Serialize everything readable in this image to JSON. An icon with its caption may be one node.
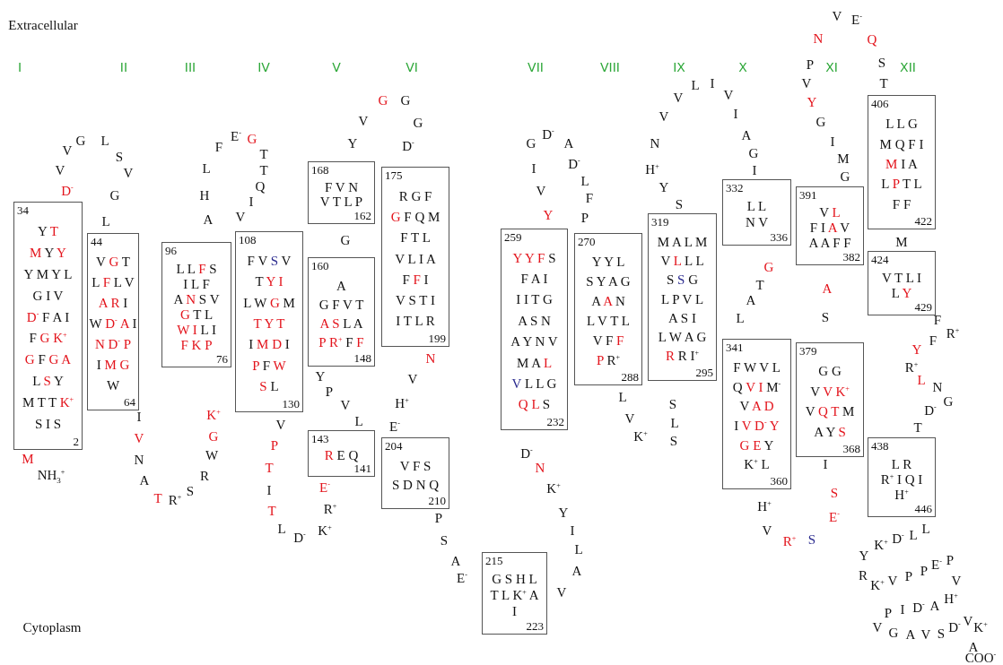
{
  "diagram": {
    "nodes": [
      {
        "text": [
          "34",
          "Y T",
          "M Y Y",
          "Y M Y L",
          "G I V",
          "D$^{-}$ F A I",
          "F G K$^{+}$",
          "G F G A",
          "L S Y",
          "M T T K$^{+}$",
          "S I S",
          "2"
        ]
      },
      {
        "text": [
          "44",
          "V G T",
          "L F L V",
          "A R I",
          "W D$^{-}$ A I",
          "N D$^{-}$ P",
          "I M G",
          "W",
          "64"
        ]
      },
      {
        "text": [
          "96",
          "L L F S",
          "I L F",
          "A N S V",
          "G T L",
          "W I L I",
          "F K P",
          "76"
        ]
      },
      {
        "text": [
          "108",
          "F V S V",
          "T Y I",
          "L W G M",
          "T Y T",
          "I M D I",
          "P F W",
          "S L",
          "130"
        ]
      },
      {
        "text": [
          "143",
          "R E Q",
          "141"
        ]
      },
      {
        "text": [
          "160",
          "A",
          "G F V T",
          "A S L A",
          "P R$^{+}$ F F",
          "148"
        ]
      },
      {
        "text": [
          "168",
          "F V N",
          "V T L P",
          "162"
        ]
      },
      {
        "text": [
          "175",
          "R G F",
          "G F Q M",
          "F T L",
          "V L I A",
          "F F I",
          "V S T I",
          "I T L R",
          "199"
        ]
      },
      {
        "text": [
          "204",
          "V F S",
          "S D N Q",
          "210"
        ]
      },
      {
        "text": [
          "215",
          "G S H L",
          "T L K$^{+}$ A",
          "I",
          "223"
        ]
      },
      {
        "text": [
          "259",
          "Y Y F S",
          "F A I",
          "I I T G",
          "A S N",
          "A Y N V",
          "M A L",
          "V L L G",
          "Q L S",
          "232"
        ]
      },
      {
        "text": [
          "270",
          "Y Y L",
          "S Y A G",
          "A A N",
          "L V T L",
          "V F F",
          "P R$^{+}$",
          "288"
        ]
      },
      {
        "text": [
          "319",
          "M A L M",
          "V L L L",
          "S S G",
          "L P V L",
          "A S I",
          "L W A G",
          "R R I$^{+}$",
          "295"
        ]
      },
      {
        "text": [
          "332",
          "L L",
          "N V",
          "336"
        ]
      },
      {
        "text": [
          "341",
          "F W V L",
          "Q V I M$^{-}$",
          "V A D",
          "I V D$^{-}$ Y",
          "G E Y",
          "K$^{+}$ L",
          "360"
        ]
      },
      {
        "text": [
          "379",
          "G G",
          "V V K$^{+}$",
          "V Q T M",
          "A Y S",
          "368"
        ]
      },
      {
        "text": [
          "391",
          "V L",
          "F I A V",
          "A A F F",
          "382"
        ]
      },
      {
        "text": [
          "406",
          "L L G",
          "M Q F I",
          "M I A",
          "L P T L",
          "F F",
          "422"
        ]
      },
      {
        "text": [
          "424",
          "V T L I",
          "L Y",
          "429"
        ]
      },
      {
        "text": [
          "438",
          "L R",
          "R$^{+}$ I Q I",
          "H$^{+}$",
          "446"
        ]
      }
    ],
    "labels": [
      "Extracellular",
      "I",
      "II",
      "III",
      "IV",
      "V",
      "VI",
      "VII",
      "VIII",
      "IX",
      "X",
      "XI",
      "XII",
      "Cytoplasm",
      "NH$_{3}$$^{+}$",
      "M",
      "D$^{-}$",
      "V",
      "V",
      "G",
      "L",
      "S",
      "V",
      "G",
      "L",
      "I",
      "V",
      "N",
      "A",
      "T",
      "R$^{+}$",
      "S",
      "R",
      "W",
      "G",
      "K$^{+}$",
      "A",
      "H",
      "L",
      "F",
      "E$^{-}$",
      "G",
      "T",
      "T",
      "Q",
      "I",
      "V",
      "V",
      "P",
      "T",
      "I",
      "T",
      "L",
      "D$^{-}$",
      "K$^{+}$",
      "R$^{+}$",
      "E$^{-}$",
      "L",
      "V",
      "P",
      "Y",
      "G",
      "Y",
      "V",
      "G",
      "G",
      "G",
      "D$^{-}$",
      "N",
      "V",
      "H$^{+}$",
      "E$^{-}$",
      "P",
      "S",
      "A",
      "E$^{-}$",
      "V",
      "A",
      "L",
      "I",
      "Y",
      "K$^{+}$",
      "N",
      "D$^{-}$",
      "Y",
      "V",
      "I",
      "G",
      "D$^{-}$",
      "A",
      "D$^{-}$",
      "L",
      "F",
      "P",
      "L",
      "V",
      "K$^{+}$",
      "S",
      "L",
      "S",
      "S",
      "Y",
      "H$^{+}$",
      "N",
      "V",
      "V",
      "L",
      "I",
      "V",
      "I",
      "A",
      "G",
      "I",
      "G",
      "T",
      "A",
      "L",
      "H$^{+}$",
      "V",
      "R$^{+}$",
      "S",
      "E$^{-}$",
      "S",
      "I",
      "S",
      "A",
      "G",
      "M",
      "I",
      "G",
      "Y",
      "V",
      "P",
      "N",
      "V",
      "E$^{-}$",
      "Q",
      "S",
      "T",
      "M",
      "F",
      "R$^{+}$",
      "F",
      "Y",
      "R$^{+}$",
      "L",
      "N",
      "G",
      "D$^{-}$",
      "T",
      "L",
      "L",
      "D$^{-}$",
      "K$^{+}$",
      "Y",
      "R",
      "K$^{+}$",
      "V",
      "P",
      "P",
      "E$^{-}$",
      "P",
      "V",
      "P",
      "I",
      "D$^{-}$",
      "A",
      "H$^{+}$",
      "V",
      "G",
      "A",
      "V",
      "S",
      "D$^{-}$",
      "V",
      "K$^{+}$",
      "A",
      "COO$^{-}$"
    ]
  }
}
